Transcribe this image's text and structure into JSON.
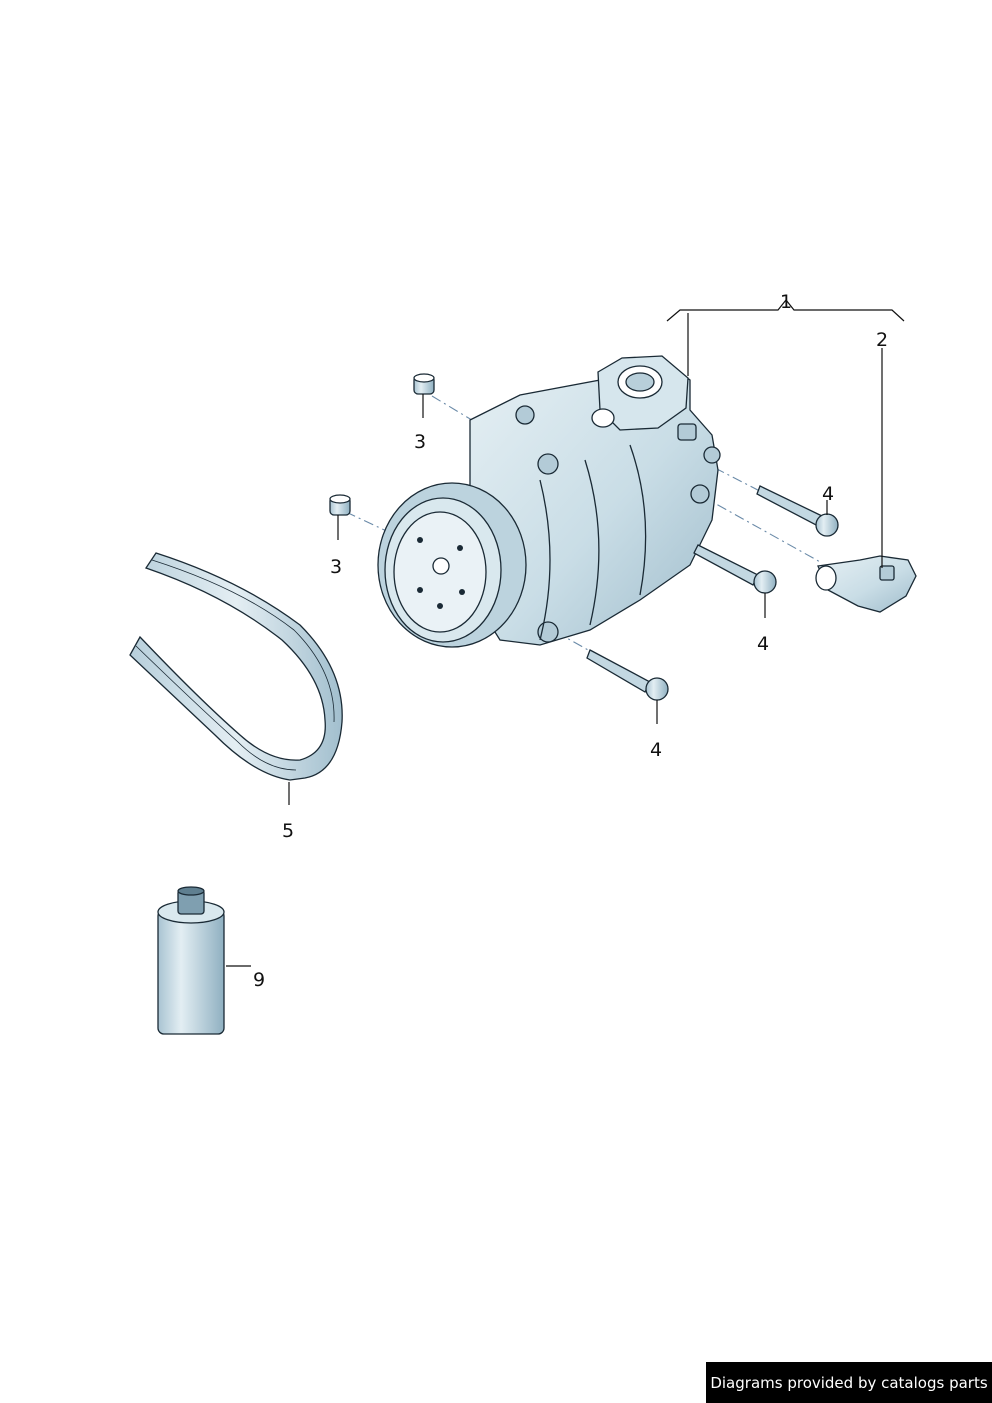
{
  "callouts": {
    "c1": "1",
    "c2": "2",
    "c3a": "3",
    "c3b": "3",
    "c4a": "4",
    "c4b": "4",
    "c4c": "4",
    "c5": "5",
    "c9": "9"
  },
  "footer": {
    "credit": "Diagrams provided by catalogs parts"
  },
  "colors": {
    "part_fill": "#c9dde6",
    "part_shade": "#9fbccb",
    "part_light": "#e6f0f4",
    "outline": "#1a2a35",
    "footer_bg": "#000000"
  }
}
